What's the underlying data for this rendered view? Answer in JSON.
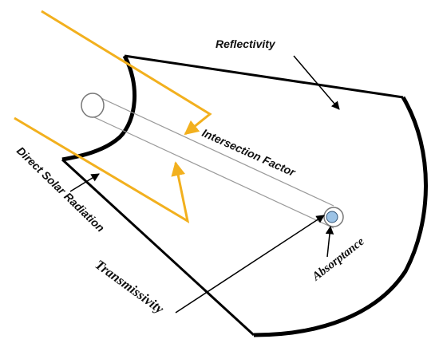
{
  "labels": {
    "reflectivity": "Reflectivity",
    "intersection_factor": "Intersection Factor",
    "direct_solar_radiation": "Direct Solar Radiation",
    "transmissivity": "Transmissivity",
    "absorptance": "Absorptance"
  },
  "colors": {
    "ray": "#F2B01E",
    "outline": "#000000",
    "tube_fill": "#FFFFFF",
    "absorber": "#9CC3E6",
    "tube_line": "#9A9A9A"
  }
}
